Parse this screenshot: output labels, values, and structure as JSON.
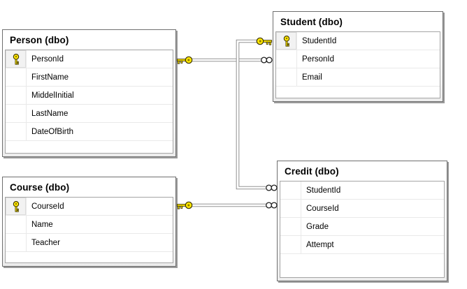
{
  "diagram": {
    "type": "database-schema-diagram",
    "tables": [
      {
        "title": "Person (dbo)",
        "columns": [
          {
            "name": "PersonId",
            "primary_key": true
          },
          {
            "name": "FirstName",
            "primary_key": false
          },
          {
            "name": "MiddelInitial",
            "primary_key": false
          },
          {
            "name": "LastName",
            "primary_key": false
          },
          {
            "name": "DateOfBirth",
            "primary_key": false
          }
        ]
      },
      {
        "title": "Student (dbo)",
        "columns": [
          {
            "name": "StudentId",
            "primary_key": true
          },
          {
            "name": "PersonId",
            "primary_key": false
          },
          {
            "name": "Email",
            "primary_key": false
          }
        ]
      },
      {
        "title": "Course (dbo)",
        "columns": [
          {
            "name": "CourseId",
            "primary_key": true
          },
          {
            "name": "Name",
            "primary_key": false
          },
          {
            "name": "Teacher",
            "primary_key": false
          }
        ]
      },
      {
        "title": "Credit (dbo)",
        "columns": [
          {
            "name": "StudentId",
            "primary_key": false
          },
          {
            "name": "CourseId",
            "primary_key": false
          },
          {
            "name": "Grade",
            "primary_key": false
          },
          {
            "name": "Attempt",
            "primary_key": false
          }
        ]
      }
    ],
    "relationships": [
      {
        "one_side": "Person.PersonId",
        "many_side": "Student.PersonId",
        "one_end_icon": "key-icon",
        "many_end_icon": "infinity-icon"
      },
      {
        "one_side": "Student.StudentId",
        "many_side": "Credit.StudentId",
        "one_end_icon": "key-icon",
        "many_end_icon": "infinity-icon"
      },
      {
        "one_side": "Course.CourseId",
        "many_side": "Credit.CourseId",
        "one_end_icon": "key-icon",
        "many_end_icon": "infinity-icon"
      }
    ],
    "icons": {
      "primary_key": "key-icon",
      "cardinality_one": "key-icon",
      "cardinality_many": "infinity-icon"
    },
    "colors": {
      "key_yellow": "#ffe800",
      "key_outline": "#3d3500",
      "connector_gray": "#848484",
      "table_border": "#6f6f6f",
      "inner_border": "#a5a5a5",
      "row_separator": "#e9e9e9",
      "shadow": "#9b9b9b",
      "text": "#000000",
      "background": "#ffffff"
    }
  }
}
